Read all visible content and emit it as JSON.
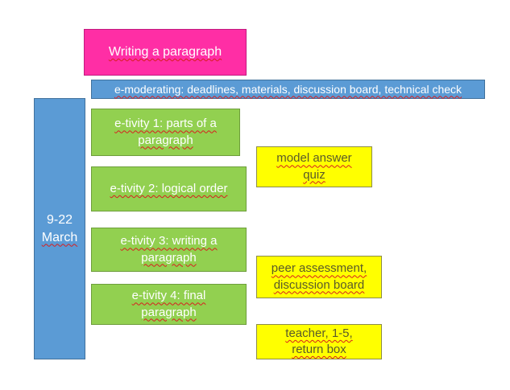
{
  "title": "Writing a paragraph",
  "emoderating": "e-moderating: deadlines, materials, discussion board, technical check",
  "date": {
    "line1": "9-22",
    "line2": "March"
  },
  "etivities": [
    {
      "line1": "e-tivity 1: parts of a",
      "line2": "paragraph"
    },
    {
      "line1": "e-tivity 2: logical order",
      "line2": ""
    },
    {
      "line1": "e-tivity 3: writing a",
      "line2": "paragraph"
    },
    {
      "line1": "e-tivity 4: final",
      "line2": "paragraph"
    }
  ],
  "notes": [
    {
      "line1": "model answer",
      "line2": "quiz"
    },
    {
      "line1": "peer assessment,",
      "line2": "discussion board"
    },
    {
      "line1": "teacher, 1-5,",
      "line2": "return box"
    }
  ],
  "colors": {
    "pink": "#ff2ea5",
    "blue": "#5b9bd5",
    "green": "#92d050",
    "yellow": "#ffff00"
  }
}
